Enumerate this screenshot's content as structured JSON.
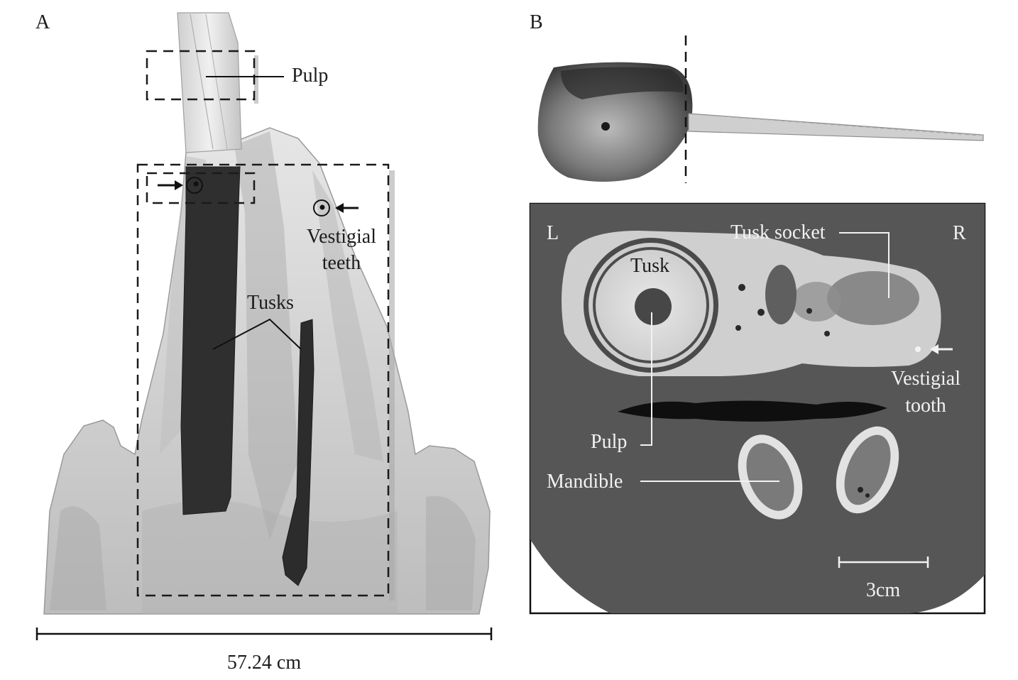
{
  "panel_a": {
    "letter": "A",
    "labels": {
      "pulp": "Pulp",
      "vestigial_1": "Vestigial",
      "vestigial_2": "teeth",
      "tusks": "Tusks"
    },
    "scale": "57.24 cm"
  },
  "panel_b": {
    "letter": "B",
    "labels": {
      "left": "L",
      "right": "R",
      "tusk_socket": "Tusk socket",
      "tusk": "Tusk",
      "vestigial_1": "Vestigial",
      "vestigial_2": "tooth",
      "pulp": "Pulp",
      "mandible": "Mandible"
    },
    "scale": "3cm"
  },
  "colors": {
    "ct_background": "#555555",
    "bone": "#d8d8d8",
    "tusk_dark": "#2e2e2e",
    "dashed": "#1a1a1a"
  }
}
